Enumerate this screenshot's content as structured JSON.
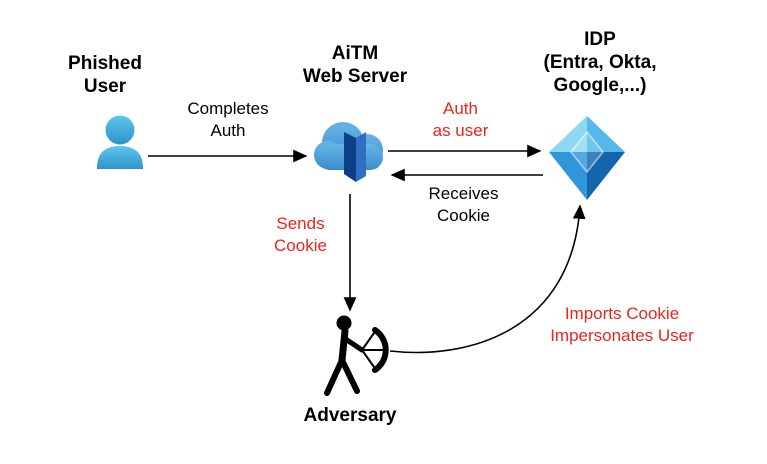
{
  "nodes": {
    "phished_user": {
      "label": "Phished\nUser"
    },
    "aitm_server": {
      "label": "AiTM\nWeb Server"
    },
    "idp": {
      "label": "IDP\n(Entra, Okta,\nGoogle,...)"
    },
    "adversary": {
      "label": "Adversary"
    }
  },
  "edges": {
    "completes_auth": {
      "label": "Completes\nAuth",
      "color": "#000000"
    },
    "auth_as_user": {
      "label": "Auth\nas user",
      "color": "#e9251c"
    },
    "receives_cookie": {
      "label": "Receives\nCookie",
      "color": "#000000"
    },
    "sends_cookie": {
      "label": "Sends\nCookie",
      "color": "#e9251c"
    },
    "imports_cookie": {
      "label": "Imports Cookie\nImpersonates User",
      "color": "#e9251c"
    }
  },
  "colors": {
    "background": "#ffffff",
    "arrow": "#000000",
    "red_label": "#e9251c",
    "black_label": "#000000",
    "user_icon_blue": "#3fb1e3",
    "cloud_blue": "#4a9bd5",
    "cloud_door_navy": "#0d3f86",
    "idp_light": "#8ed8f2",
    "idp_mid": "#54b9e8",
    "idp_dark": "#1565ad",
    "adversary_black": "#000000"
  }
}
